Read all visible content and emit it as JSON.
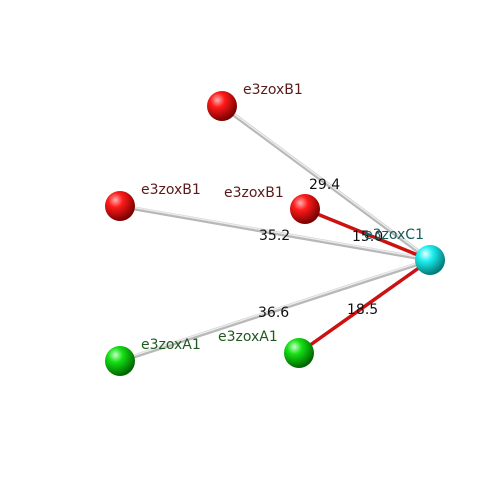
{
  "nodes": [
    {
      "id": "b_top",
      "label": "e3zoxB1",
      "color": "#ff0000",
      "label_color": "#5a1a1a"
    },
    {
      "id": "b_left",
      "label": "e3zoxB1",
      "color": "#ff0000",
      "label_color": "#5a1a1a"
    },
    {
      "id": "b_mid",
      "label": "e3zoxB1",
      "color": "#ff0000",
      "label_color": "#5a1a1a"
    },
    {
      "id": "a_left",
      "label": "e3zoxA1",
      "color": "#00dd00",
      "label_color": "#1f5a1f"
    },
    {
      "id": "a_mid",
      "label": "e3zoxA1",
      "color": "#00dd00",
      "label_color": "#1f5a1f"
    },
    {
      "id": "c_hub",
      "label": "e3zoxC1",
      "color": "#00e5e5",
      "label_color": "#1a5a5a"
    }
  ],
  "edges": [
    {
      "from": "b_top",
      "to": "c_hub",
      "label": "29.4",
      "type": "grey"
    },
    {
      "from": "b_left",
      "to": "c_hub",
      "label": "35.2",
      "type": "grey"
    },
    {
      "from": "b_mid",
      "to": "c_hub",
      "label": "15.0",
      "type": "red"
    },
    {
      "from": "a_left",
      "to": "c_hub",
      "label": "36.6",
      "type": "grey"
    },
    {
      "from": "a_mid",
      "to": "c_hub",
      "label": "18.5",
      "type": "red"
    }
  ],
  "colors": {
    "grey_edge": "#b8b8b8",
    "red_edge": "#cc1111"
  }
}
